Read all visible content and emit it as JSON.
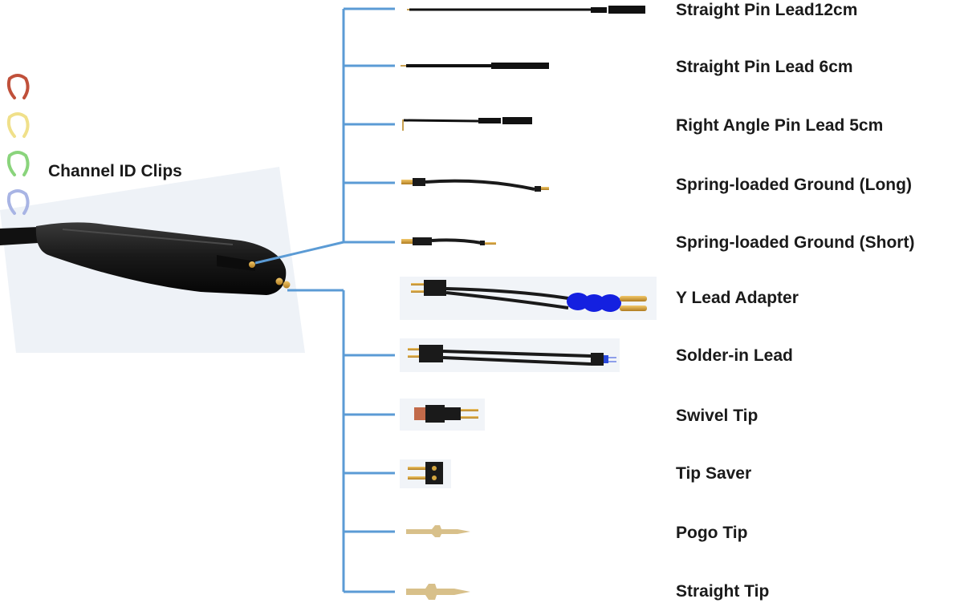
{
  "clips_label": "Channel ID Clips",
  "clip_colors": [
    "#c0503a",
    "#f0e08a",
    "#8ad47c",
    "#a8b4e4"
  ],
  "connector_color": "#5b9bd5",
  "accessories": [
    {
      "label": "Straight Pin Lead12cm",
      "icon": "straight-pin-lead-12cm-icon"
    },
    {
      "label": "Straight Pin Lead 6cm",
      "icon": "straight-pin-lead-6cm-icon"
    },
    {
      "label": "Right Angle Pin Lead 5cm",
      "icon": "right-angle-pin-lead-icon"
    },
    {
      "label": "Spring-loaded Ground (Long)",
      "icon": "spring-ground-long-icon"
    },
    {
      "label": "Spring-loaded Ground (Short)",
      "icon": "spring-ground-short-icon"
    },
    {
      "label": "Y Lead Adapter",
      "icon": "y-lead-adapter-icon"
    },
    {
      "label": "Solder-in Lead",
      "icon": "solder-in-lead-icon"
    },
    {
      "label": "Swivel Tip",
      "icon": "swivel-tip-icon"
    },
    {
      "label": "Tip Saver",
      "icon": "tip-saver-icon"
    },
    {
      "label": "Pogo Tip",
      "icon": "pogo-tip-icon"
    },
    {
      "label": "Straight Tip",
      "icon": "straight-tip-icon"
    }
  ]
}
